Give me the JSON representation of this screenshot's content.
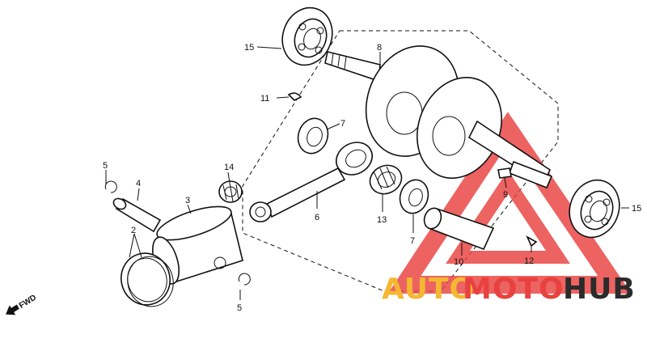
{
  "labels": {
    "p2": "2",
    "p3": "3",
    "p4": "4",
    "p5a": "5",
    "p5b": "5",
    "p6": "6",
    "p7a": "7",
    "p7b": "7",
    "p8": "8",
    "p9": "9",
    "p10": "10",
    "p11": "11",
    "p12": "12",
    "p13": "13",
    "p14": "14",
    "p15a": "15",
    "p15b": "15"
  },
  "fwd_label": "FWD",
  "watermark": {
    "word_auto": "AUTO",
    "word_moto": "MOTO",
    "word_hub": "HUB",
    "color_orange": "#f5b731",
    "color_red": "#e8413f",
    "color_dark": "#2b2b2b"
  }
}
